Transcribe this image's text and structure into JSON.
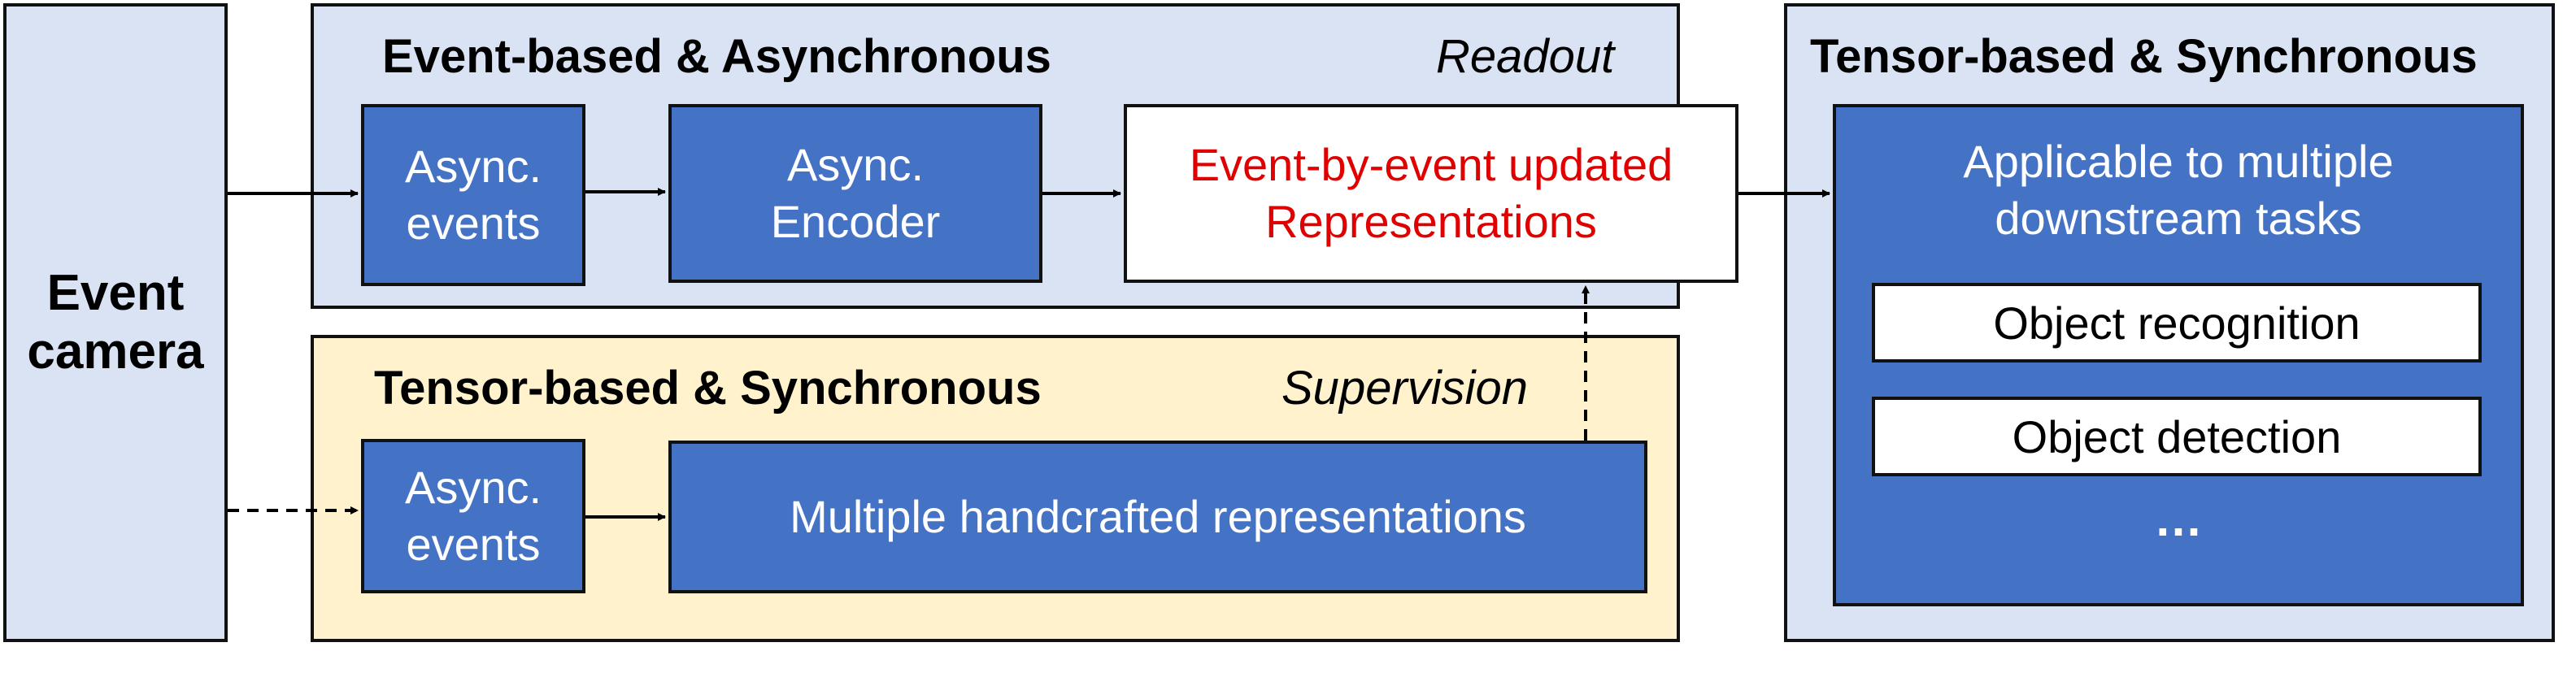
{
  "camera": {
    "label_line1": "Event",
    "label_line2": "camera"
  },
  "readout_panel": {
    "title": "Event-based & Asynchronous",
    "tag": "Readout",
    "events_box": {
      "line1": "Async.",
      "line2": "events"
    },
    "encoder_box": {
      "line1": "Async.",
      "line2": "Encoder"
    },
    "representation_box": {
      "line1": "Event-by-event updated",
      "line2": "Representations"
    }
  },
  "supervision_panel": {
    "title": "Tensor-based & Synchronous",
    "tag": "Supervision",
    "events_box": {
      "line1": "Async.",
      "line2": "events"
    },
    "handcrafted_box": "Multiple handcrafted representations"
  },
  "tasks_panel": {
    "title": "Tensor-based & Synchronous",
    "header_line1": "Applicable to multiple",
    "header_line2": "downstream tasks",
    "tasks": [
      "Object recognition",
      "Object detection"
    ],
    "ellipsis": "…"
  },
  "colors": {
    "panel_blue": "#dae3f3",
    "panel_yellow": "#fff2cc",
    "box_blue": "#4472c4",
    "highlight_red": "#e00000"
  }
}
